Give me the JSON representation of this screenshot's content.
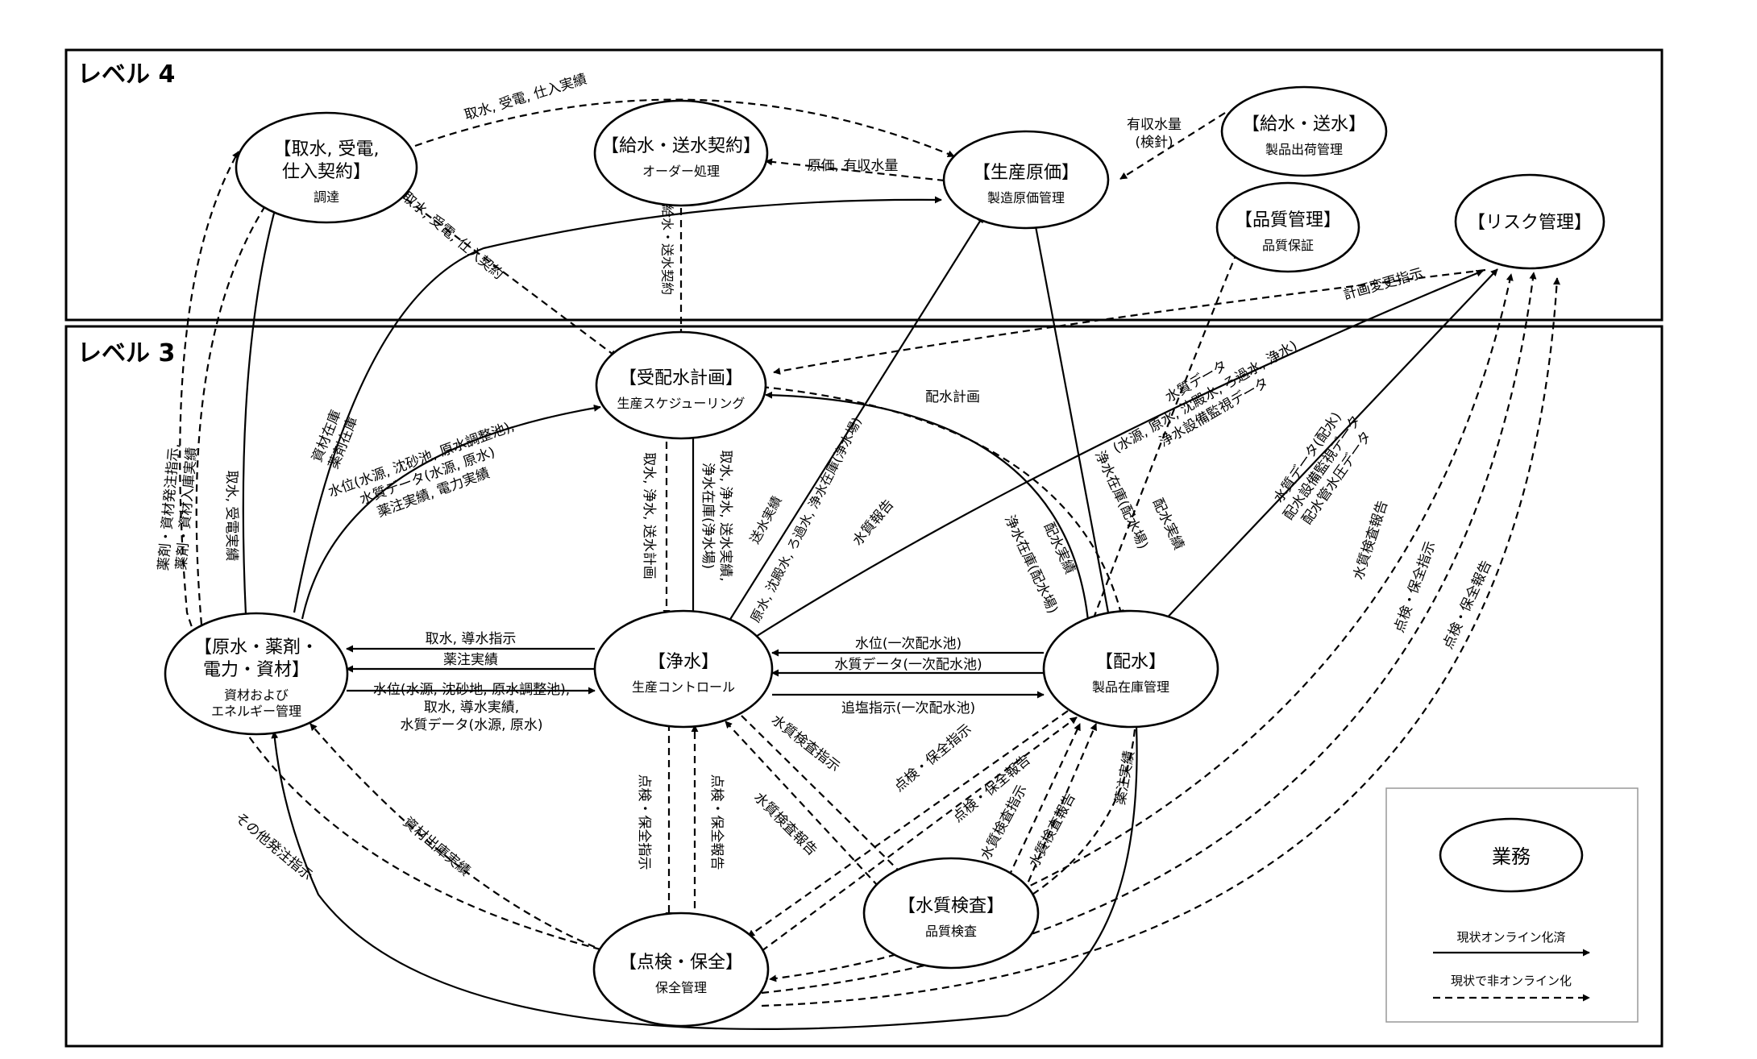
{
  "levels": {
    "level4": "レベル 4",
    "level3": "レベル 3"
  },
  "nodes": {
    "n_supply": {
      "lines": [
        "【取水, 受電,",
        "仕入契約】"
      ],
      "sub": "調達"
    },
    "n_order": {
      "lines": [
        "【給水・送水契約】"
      ],
      "sub": "オーダー処理"
    },
    "n_cost": {
      "lines": [
        "【生産原価】"
      ],
      "sub": "製造原価管理"
    },
    "n_ship": {
      "lines": [
        "【給水・送水】"
      ],
      "sub": "製品出荷管理"
    },
    "n_quality": {
      "lines": [
        "【品質管理】"
      ],
      "sub": "品質保証"
    },
    "n_risk": {
      "lines": [
        "【リスク管理】"
      ],
      "sub": ""
    },
    "n_plan": {
      "lines": [
        "【受配水計画】"
      ],
      "sub": "生産スケジューリング"
    },
    "n_material": {
      "lines": [
        "【原水・薬剤・",
        "電力・資材】"
      ],
      "sub": "資材および|エネルギー管理"
    },
    "n_purify": {
      "lines": [
        "【浄水】"
      ],
      "sub": "生産コントロール"
    },
    "n_dist": {
      "lines": [
        "【配水】"
      ],
      "sub": "製品在庫管理"
    },
    "n_test": {
      "lines": [
        "【水質検査】"
      ],
      "sub": "品質検査"
    },
    "n_maint": {
      "lines": [
        "【点検・保全】"
      ],
      "sub": "保全管理"
    }
  },
  "edge_labels": {
    "e1": "取水, 受電, 仕入実績",
    "e2": "有収水量|(検針)",
    "e3": "原価, 有収水量",
    "e4": "取水, 受電, 仕入契約",
    "e5": "給水・送水契約",
    "e6": "計画変更指示",
    "e7": "水質データ|(水源, 原水, 沈殿水, ろ過水, 浄水)|浄水設備監視データ",
    "e8": "配水計画",
    "e9": "水質報告",
    "e10": "水質データ(配水)|配水設備監視データ|配水管水圧データ",
    "e11": "資材在庫|薬剤在庫",
    "e12": "薬剤・資材発注指示,|薬剤・資材入庫実績",
    "e13": "取水, 受電実績",
    "e14": "水位(水源, 沈砂池, 原水調整池),|水質データ(水源, 原水)|薬注実績, 電力実績",
    "e15": "取水, 浄水, 送水計画",
    "e16": "取水, 浄水, 送水実績,|浄水在庫(浄水場)",
    "e17": "送水実績",
    "e18": "原水, 沈殿水, ろ過水, 浄水在庫(浄水場)",
    "e19": "浄水在庫(配水場)",
    "e20": "配水実績",
    "e21": "配水実績",
    "e22": "浄水在庫(配水場)",
    "e23": "水質検査報告",
    "e24": "点検・保全指示",
    "e25": "点検・保全報告",
    "e26": "取水, 導水指示",
    "e27": "薬注実績",
    "e28": "水位(水源, 沈砂地, 原水調整池),|取水, 導水実績,|水質データ(水源, 原水)",
    "e29": "水位(一次配水池)",
    "e30": "水質データ(一次配水池)",
    "e31": "追塩指示(一次配水池)",
    "e32": "水質検査指示",
    "e33": "水質検査報告",
    "e34": "点検・保全指示",
    "e35": "点検・保全報告",
    "e36": "点検・保全指示",
    "e37": "点検・保全報告",
    "e38": "水質検査指示",
    "e39": "水質検査報告",
    "e40": "薬注実績",
    "e41": "資材出庫実績",
    "e42": "その他発注指示"
  },
  "legend": {
    "node": "業務",
    "solid": "現状オンライン化済",
    "dashed": "現状で非オンライン化"
  }
}
